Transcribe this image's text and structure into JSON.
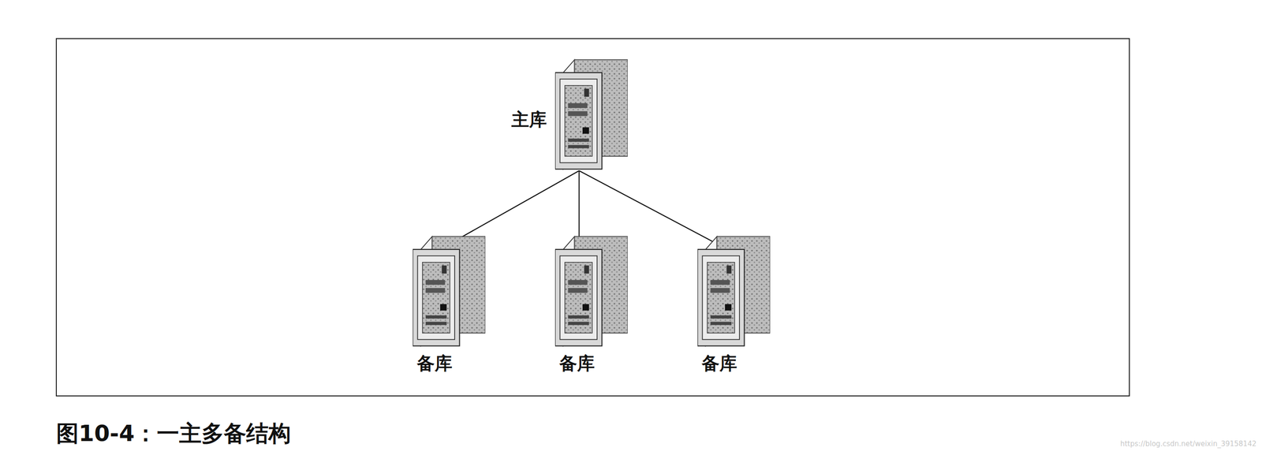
{
  "diagram": {
    "caption": "图10-4：一主多备结构",
    "nodes": [
      {
        "text": [
          "主库"
        ]
      },
      {
        "text": [
          "备库"
        ]
      },
      {
        "text": [
          "备库"
        ]
      },
      {
        "text": [
          "备库"
        ]
      }
    ],
    "edges": [
      {
        "from": 0,
        "to": 1,
        "arrow": "to"
      },
      {
        "from": 0,
        "to": 2,
        "arrow": "to"
      },
      {
        "from": 0,
        "to": 3,
        "arrow": "to"
      }
    ],
    "labels": [
      "https://blog.csdn.net/weixin_39158142"
    ]
  }
}
